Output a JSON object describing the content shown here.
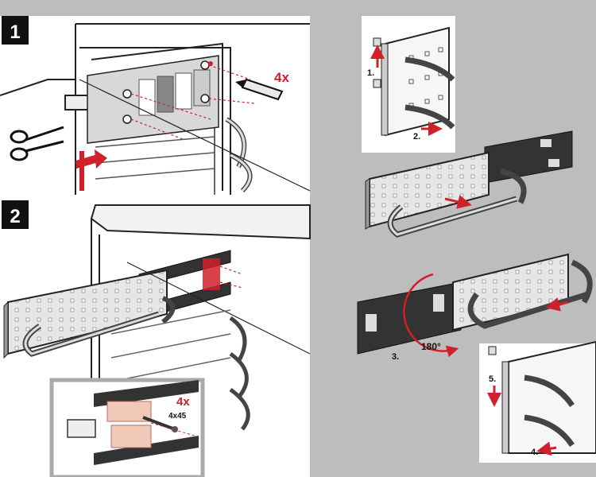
{
  "panels": {
    "step1": {
      "number": "1",
      "count_label": "4x"
    },
    "step2": {
      "number": "2",
      "count_label": "4x",
      "screw_label": "4x45"
    }
  },
  "substeps": {
    "s1": "1.",
    "s2": "2.",
    "s3": "3.",
    "s4": "4.",
    "s5": "5.",
    "rotation": "180°"
  },
  "colors": {
    "background": "#bdbdbd",
    "panel": "#ffffff",
    "accent": "#d0202a",
    "line": "#222222",
    "bracket": "#f2c9b8"
  },
  "icons": [
    "scissors-icon",
    "pencil-icon",
    "arrow-icon",
    "rotate-arrow-icon",
    "screw-icon"
  ]
}
